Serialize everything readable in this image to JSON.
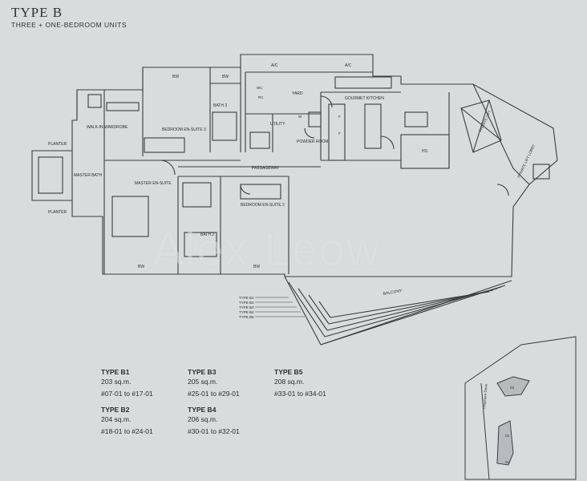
{
  "header": {
    "title": "TYPE B",
    "subtitle": "THREE + ONE-BEDROOM UNITS"
  },
  "rooms": {
    "bw_top_left": "BW",
    "bw_top_right": "BW",
    "ac_left": "A/C",
    "ac_right": "A/C",
    "yard": "YARD",
    "wc": "WC",
    "bath3": "BATH 3",
    "bedroom_ensuite3": "BEDROOM EN-SUITE 3",
    "utility": "UTILITY",
    "gourmet_kitchen": "GOURMET KITCHEN",
    "powder_room": "POWDER ROOM",
    "walk_in_wardrobe": "WALK-IN WARDROBE",
    "planter_top": "PLANTER",
    "planter_bottom": "PLANTER",
    "master_bath": "MASTER BATH",
    "master_ensuite": "MASTER EN-SUITE",
    "bw_master": "BW",
    "passageway": "PASSAGEWAY",
    "bedroom_ensuite2": "BEDROOM EN-SUITE 2",
    "bath2": "BATH 2",
    "bw_bottom": "BW",
    "hs": "HS",
    "private_lift": "PRIVATE LIFT",
    "private_lift_lobby": "PRIVATE LIFT LOBBY",
    "balcony": "BALCONY",
    "fridge_f1": "F",
    "fridge_f2": "F",
    "w": "W",
    "rc": "RC"
  },
  "balcony_types": [
    "TYPE B1",
    "TYPE B2",
    "TYPE B3",
    "TYPE B4",
    "TYPE B5"
  ],
  "unit_types": [
    {
      "name": "TYPE B1",
      "area": "203 sq.m.",
      "units": "#07-01 to #17-01"
    },
    {
      "name": "TYPE B2",
      "area": "204 sq.m.",
      "units": "#18-01 to #24-01"
    },
    {
      "name": "TYPE B3",
      "area": "205 sq.m.",
      "units": "#25-01 to #29-01"
    },
    {
      "name": "TYPE B4",
      "area": "206 sq.m.",
      "units": "#30-01 to #32-01"
    },
    {
      "name": "TYPE B5",
      "area": "208 sq.m.",
      "units": "#33-01 to #34-01"
    }
  ],
  "site_plan": {
    "road": "Claymore Drive",
    "block_labels": [
      "03",
      "02",
      "01"
    ]
  },
  "watermark": "Alex Leow"
}
